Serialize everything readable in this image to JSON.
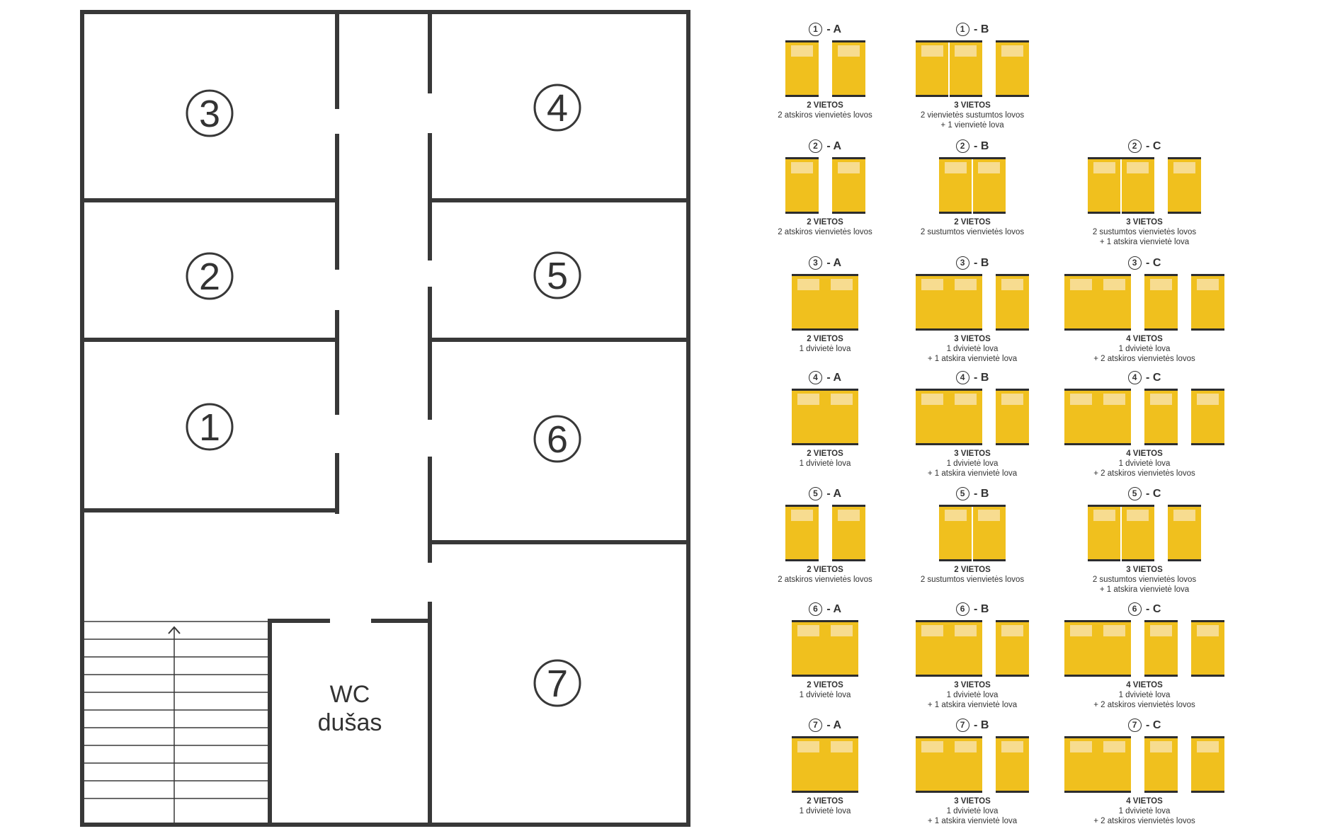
{
  "floor_plan": {
    "rooms": [
      {
        "label": "3"
      },
      {
        "label": "4"
      },
      {
        "label": "2"
      },
      {
        "label": "5"
      },
      {
        "label": "1"
      },
      {
        "label": "6"
      },
      {
        "label": "7"
      }
    ],
    "wc_label_line1": "WC",
    "wc_label_line2": "dušas"
  },
  "colors": {
    "wall": "#383838",
    "bed": "#f0c01e",
    "pillow": "#f7dc90",
    "bed_edge": "#2d2d2d"
  },
  "layouts": [
    {
      "room": "1",
      "variant": "A",
      "beds": [
        "single",
        "single"
      ],
      "lines": [
        "2 VIETOS",
        "2 atskiros vienvietės lovos"
      ]
    },
    {
      "room": "1",
      "variant": "B",
      "beds": [
        "twin-joined",
        "single"
      ],
      "lines": [
        "3 VIETOS",
        "2 vienvietės sustumtos lovos",
        "+ 1 vienvietė lova"
      ]
    },
    {
      "room": "2",
      "variant": "A",
      "beds": [
        "single",
        "single"
      ],
      "lines": [
        "2 VIETOS",
        "2 atskiros vienvietės lovos"
      ]
    },
    {
      "room": "2",
      "variant": "B",
      "beds": [
        "twin-joined"
      ],
      "lines": [
        "2 VIETOS",
        "2 sustumtos vienvietės lovos"
      ]
    },
    {
      "room": "2",
      "variant": "C",
      "beds": [
        "twin-joined",
        "single"
      ],
      "lines": [
        "3 VIETOS",
        "2 sustumtos vienvietės lovos",
        "+ 1 atskira vienvietė lova"
      ]
    },
    {
      "room": "3",
      "variant": "A",
      "beds": [
        "double"
      ],
      "lines": [
        "2 VIETOS",
        "1 dvivietė lova"
      ]
    },
    {
      "room": "3",
      "variant": "B",
      "beds": [
        "double",
        "single"
      ],
      "lines": [
        "3 VIETOS",
        "1 dvivietė lova",
        "+ 1 atskira vienvietė lova"
      ]
    },
    {
      "room": "3",
      "variant": "C",
      "beds": [
        "double",
        "single",
        "single"
      ],
      "lines": [
        "4 VIETOS",
        "1 dvivietė lova",
        "+ 2 atskiros vienvietės lovos"
      ]
    },
    {
      "room": "4",
      "variant": "A",
      "beds": [
        "double"
      ],
      "lines": [
        "2 VIETOS",
        "1 dvivietė lova"
      ]
    },
    {
      "room": "4",
      "variant": "B",
      "beds": [
        "double",
        "single"
      ],
      "lines": [
        "3 VIETOS",
        "1 dvivietė lova",
        "+ 1 atskira vienvietė lova"
      ]
    },
    {
      "room": "4",
      "variant": "C",
      "beds": [
        "double",
        "single",
        "single"
      ],
      "lines": [
        "4 VIETOS",
        "1 dvivietė lova",
        "+ 2 atskiros vienvietės lovos"
      ]
    },
    {
      "room": "5",
      "variant": "A",
      "beds": [
        "single",
        "single"
      ],
      "lines": [
        "2 VIETOS",
        "2 atskiros vienvietės lovos"
      ]
    },
    {
      "room": "5",
      "variant": "B",
      "beds": [
        "twin-joined"
      ],
      "lines": [
        "2 VIETOS",
        "2 sustumtos vienvietės lovos"
      ]
    },
    {
      "room": "5",
      "variant": "C",
      "beds": [
        "twin-joined",
        "single"
      ],
      "lines": [
        "3 VIETOS",
        "2 sustumtos vienvietės lovos",
        "+ 1 atskira vienvietė lova"
      ]
    },
    {
      "room": "6",
      "variant": "A",
      "beds": [
        "double"
      ],
      "lines": [
        "2 VIETOS",
        "1 dvivietė lova"
      ]
    },
    {
      "room": "6",
      "variant": "B",
      "beds": [
        "double",
        "single"
      ],
      "lines": [
        "3 VIETOS",
        "1 dvivietė lova",
        "+ 1 atskira vienvietė lova"
      ]
    },
    {
      "room": "6",
      "variant": "C",
      "beds": [
        "double",
        "single",
        "single"
      ],
      "lines": [
        "4 VIETOS",
        "1 dvivietė lova",
        "+ 2 atskiros vienvietės lovos"
      ]
    },
    {
      "room": "7",
      "variant": "A",
      "beds": [
        "double"
      ],
      "lines": [
        "2 VIETOS",
        "1 dvivietė lova"
      ]
    },
    {
      "room": "7",
      "variant": "B",
      "beds": [
        "double",
        "single"
      ],
      "lines": [
        "3 VIETOS",
        "1 dvivietė lova",
        "+ 1 atskira vienvietė lova"
      ]
    },
    {
      "room": "7",
      "variant": "C",
      "beds": [
        "double",
        "single",
        "single"
      ],
      "lines": [
        "4 VIETOS",
        "1 dvivietė lova",
        "+ 2 atskiros vienvietės lovos"
      ]
    }
  ]
}
